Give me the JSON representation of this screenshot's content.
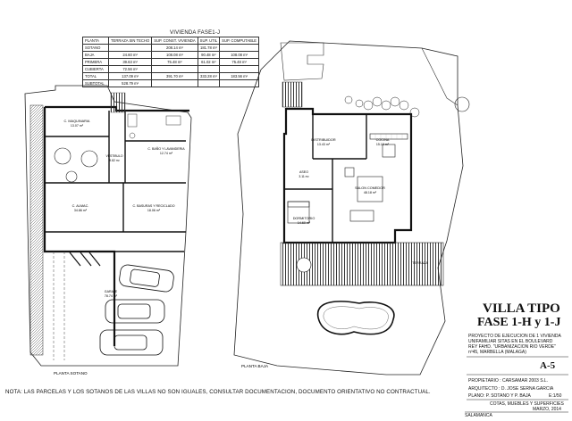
{
  "table": {
    "title": "VIVIENDA FASE1-J",
    "headers": [
      "PLANTA",
      "TERRAZA SIN TECHO",
      "SUP. CONST. VIVIENDA",
      "SUP. UTIL",
      "SUP. COMPUTABLE"
    ],
    "rows": [
      [
        "SOTANO",
        "",
        "208.14 m²",
        "181.78 m²",
        ""
      ],
      [
        "BAJA",
        "24.60 m²",
        "108.08 m²",
        "90.48 m²",
        "108.08 m²"
      ],
      [
        "PRIMERA",
        "39.63 m²",
        "75.48 m²",
        "61.02 m²",
        "75.48 m²"
      ],
      [
        "CUBIERTA",
        "72.56 m²",
        "",
        "",
        ""
      ],
      [
        "TOTAL",
        "137.09 m²",
        "391.70 m²",
        "333.28 m²",
        "183.56 m²"
      ],
      [
        "SUBTOTAL",
        "528.79 m²",
        "",
        "",
        ""
      ]
    ]
  },
  "basement_rooms": [
    {
      "id": "r1",
      "label": "C. MAQUINARIA",
      "area": "13.07 m²"
    },
    {
      "id": "r2",
      "label": "C. BAÑO Y LAVANDERIA",
      "area": "12.74 m²"
    },
    {
      "id": "r3",
      "label": "VESTIBULO",
      "area": "9.82 m²"
    },
    {
      "id": "r4",
      "label": "C. ALMAC.",
      "area": "34.86 m²"
    },
    {
      "id": "r5",
      "label": "C. BASURAS Y RECICLADO",
      "area": "18.06 m²"
    },
    {
      "id": "r6",
      "label": "GARAJE",
      "area": "78.74 m²"
    }
  ],
  "ground_rooms": [
    {
      "id": "g1",
      "label": "DISTRIBUIDOR",
      "area": "13.43 m²"
    },
    {
      "id": "g2",
      "label": "COCINA",
      "area": "15.10 m²"
    },
    {
      "id": "g3",
      "label": "ASEO",
      "area": "3.11 m²"
    },
    {
      "id": "g4",
      "label": "SALON COMEDOR",
      "area": "48.18 m²"
    },
    {
      "id": "g5",
      "label": "DORMITORIO",
      "area": "14.60 m²"
    },
    {
      "id": "g6",
      "label": "TERRAZA",
      "area": ""
    }
  ],
  "plan_labels": {
    "basement": "PLANTA SOTANO",
    "ground": "PLANTA BAJA"
  },
  "title_block": {
    "line1": "VILLA TIPO",
    "line2": "FASE 1-H y 1-J",
    "description": [
      "PROYECTO DE EJECUCION DE 1 VIVIENDA",
      "UNIFAMILIAR SITAS EN EL BOULEVARD",
      "REY FAHD. \"URBANIZACION RIO VERDE\"",
      "nº45, MARBELLA (MALAGA)"
    ],
    "sheet": "A-5",
    "owner": "PROPIETARIO : CARSAMAR 2003 S.L.",
    "architect": "ARQUITECTO : D. JOSE SERNA GARCIA",
    "plan": "PLANO: P. SOTANO Y P. BAJA",
    "scale": "E:1/50",
    "subtitle": "COTAS, MUEBLES Y SUPERFICIES",
    "place": "SALAMANCA",
    "date": "MARZO, 2014"
  },
  "note": "NOTA: LAS PARCELAS Y LOS SOTANOS DE LAS VILLAS NO SON IGUALES, CONSULTAR DOCUMENTACION, DOCUMENTO ORIENTATIVO NO CONTRACTUAL."
}
